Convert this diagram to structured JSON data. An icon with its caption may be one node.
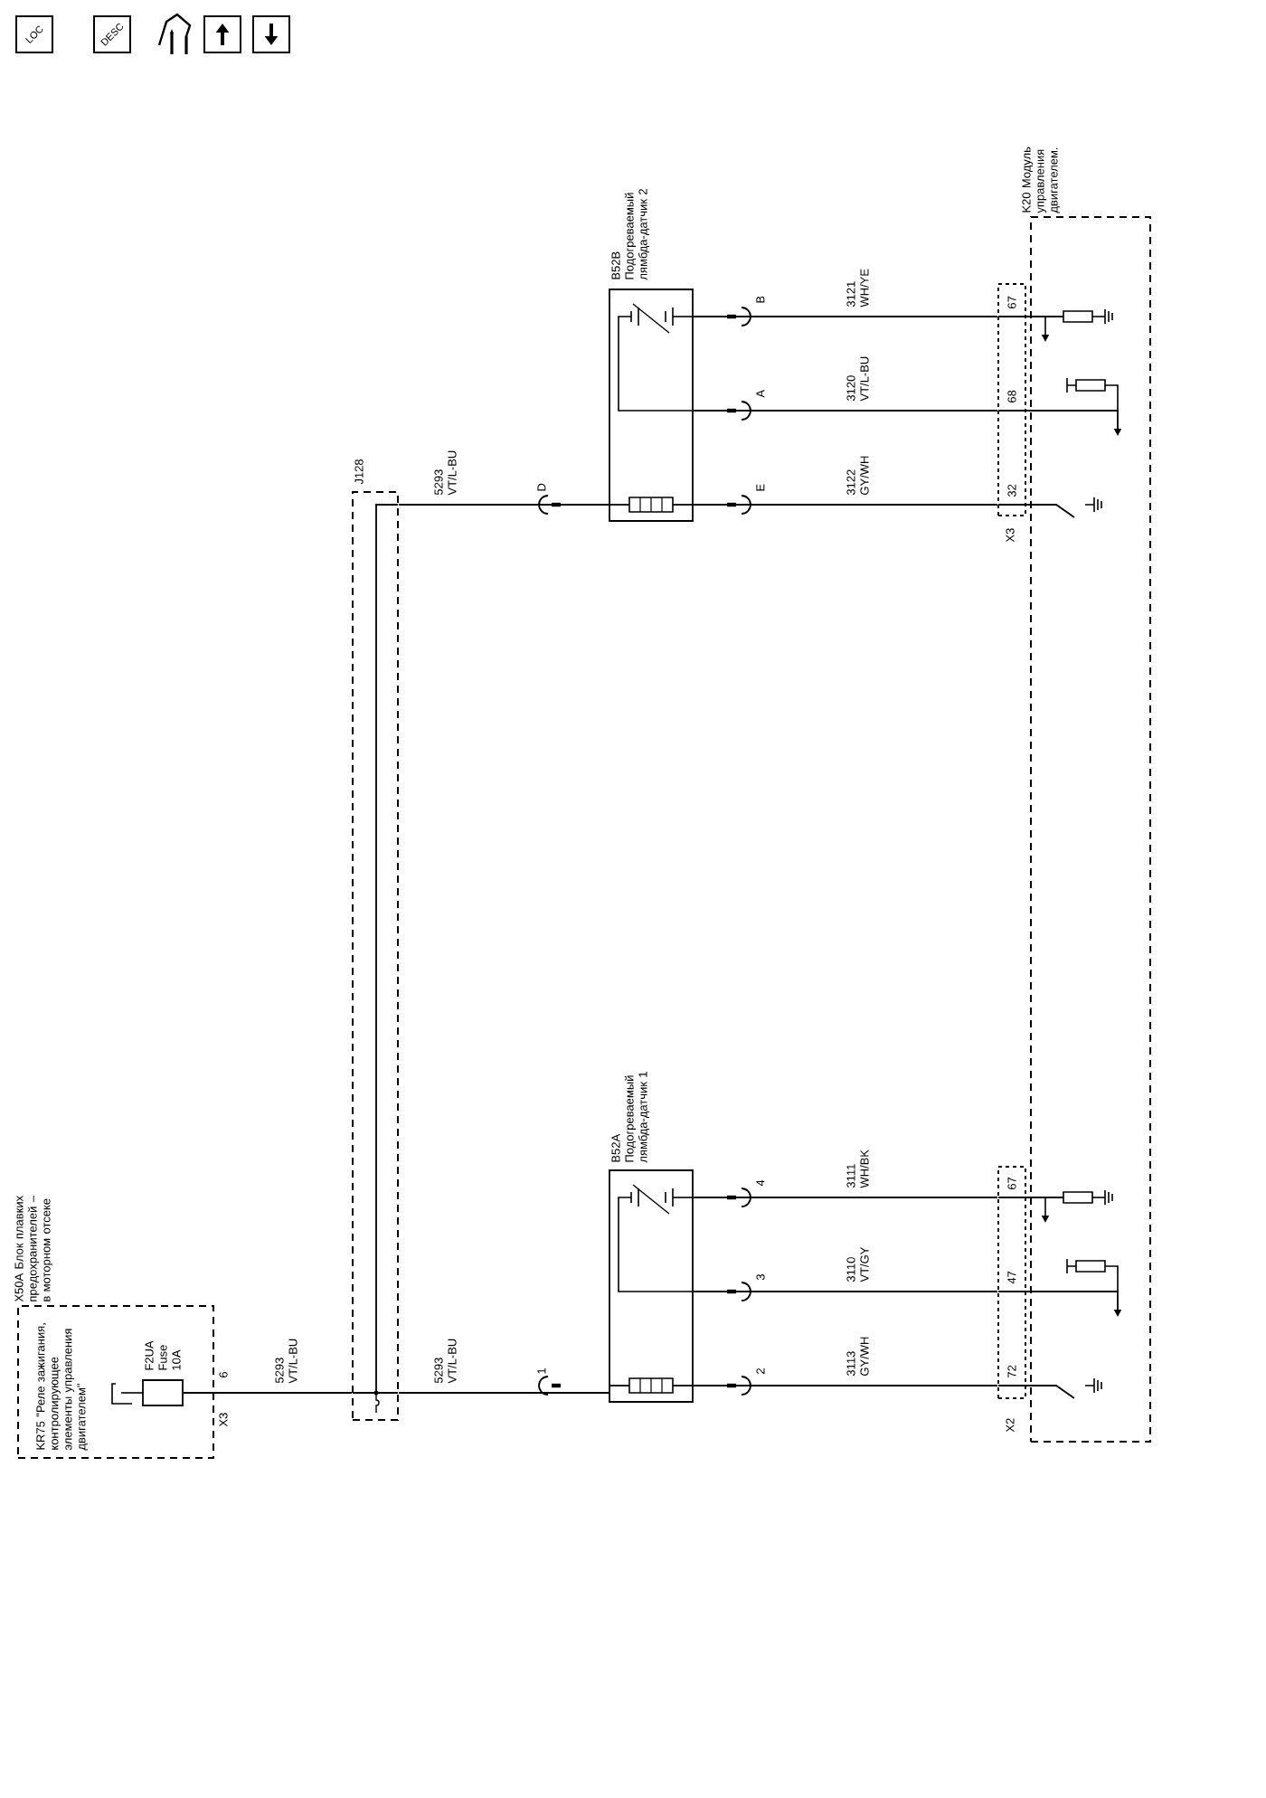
{
  "diagram": {
    "nodes": [
      {
        "text": [
          "X50A Блок плавких предохранителей – в моторном отсеке",
          "KR75 \"Реле зажигания, контролирующее элементы управления двигателем\""
        ]
      },
      {
        "text": [
          "F2UA Fuse 10A"
        ],
        "in": 0
      },
      {
        "text": [
          "J128"
        ]
      },
      {
        "text": [
          "B52B Подогреваемый лямбда-датчик 2"
        ]
      },
      {
        "text": [
          "B52A Подогреваемый лямбда-датчик 1"
        ]
      },
      {
        "text": [
          "K20 Модуль управления двигателем."
        ]
      },
      {
        "text": [
          "X3"
        ]
      },
      {
        "text": [
          "X2"
        ]
      }
    ],
    "edges": [
      {
        "from": 1,
        "to": 2,
        "arrow": "none",
        "label": "5293 VT/L-BU"
      },
      {
        "from": 2,
        "to": 4,
        "arrow": "none",
        "label": "5293 VT/L-BU"
      },
      {
        "from": 2,
        "to": 3,
        "arrow": "none",
        "label": "5293 VT/L-BU"
      },
      {
        "from": 3,
        "to": 6,
        "arrow": "none",
        "label": "3121 WH/YE"
      },
      {
        "from": 3,
        "to": 6,
        "arrow": "none",
        "label": "3120 VT/L-BU"
      },
      {
        "from": 3,
        "to": 6,
        "arrow": "none",
        "label": "3122 GY/WH"
      },
      {
        "from": 4,
        "to": 7,
        "arrow": "none",
        "label": "3111 WH/BK"
      },
      {
        "from": 4,
        "to": 7,
        "arrow": "none",
        "label": "3110 VT/GY"
      },
      {
        "from": 4,
        "to": 7,
        "arrow": "none",
        "label": "3113 GY/WH"
      }
    ],
    "labels": [
      "LOC",
      "DESC",
      "6",
      "X3",
      "D",
      "B",
      "A",
      "E",
      "67",
      "68",
      "32",
      "1",
      "4",
      "3",
      "2",
      "67",
      "47",
      "72"
    ]
  }
}
